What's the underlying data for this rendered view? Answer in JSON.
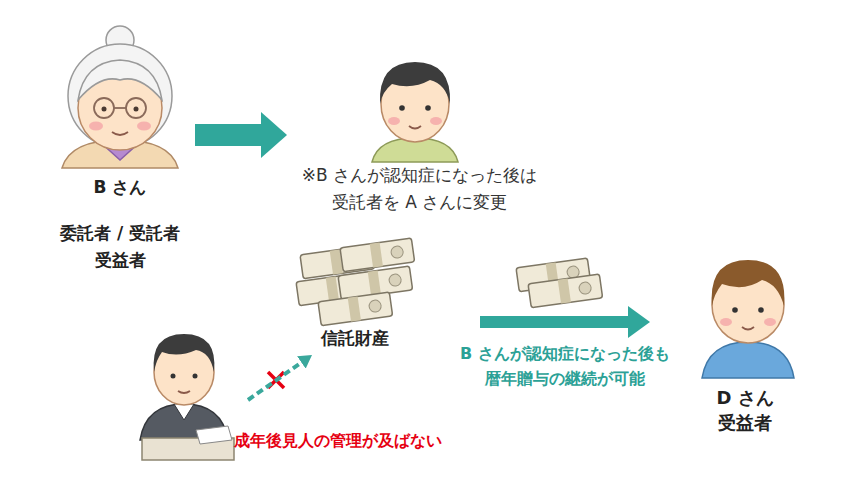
{
  "diagram": {
    "nodes": [
      {
        "text": [
          "B さん",
          "委託者 / 受託者 受益者"
        ]
      },
      {
        "text": [
          "※B さんが認知症になった後は 受託者を A さんに変更"
        ]
      },
      {
        "text": [
          "信託財産"
        ]
      },
      {
        "text": [
          "D さん",
          "受益者"
        ]
      },
      {
        "text": [
          "成年後見人の管理が及ばない"
        ]
      }
    ],
    "edges": [
      {
        "from": 0,
        "to": 1,
        "arrow": "to"
      },
      {
        "from": 2,
        "to": 3,
        "arrow": "to",
        "label": "B さんが認知症になった後も 暦年贈与の継続が可能"
      },
      {
        "from": 4,
        "to": 2,
        "arrow": "to"
      }
    ]
  }
}
